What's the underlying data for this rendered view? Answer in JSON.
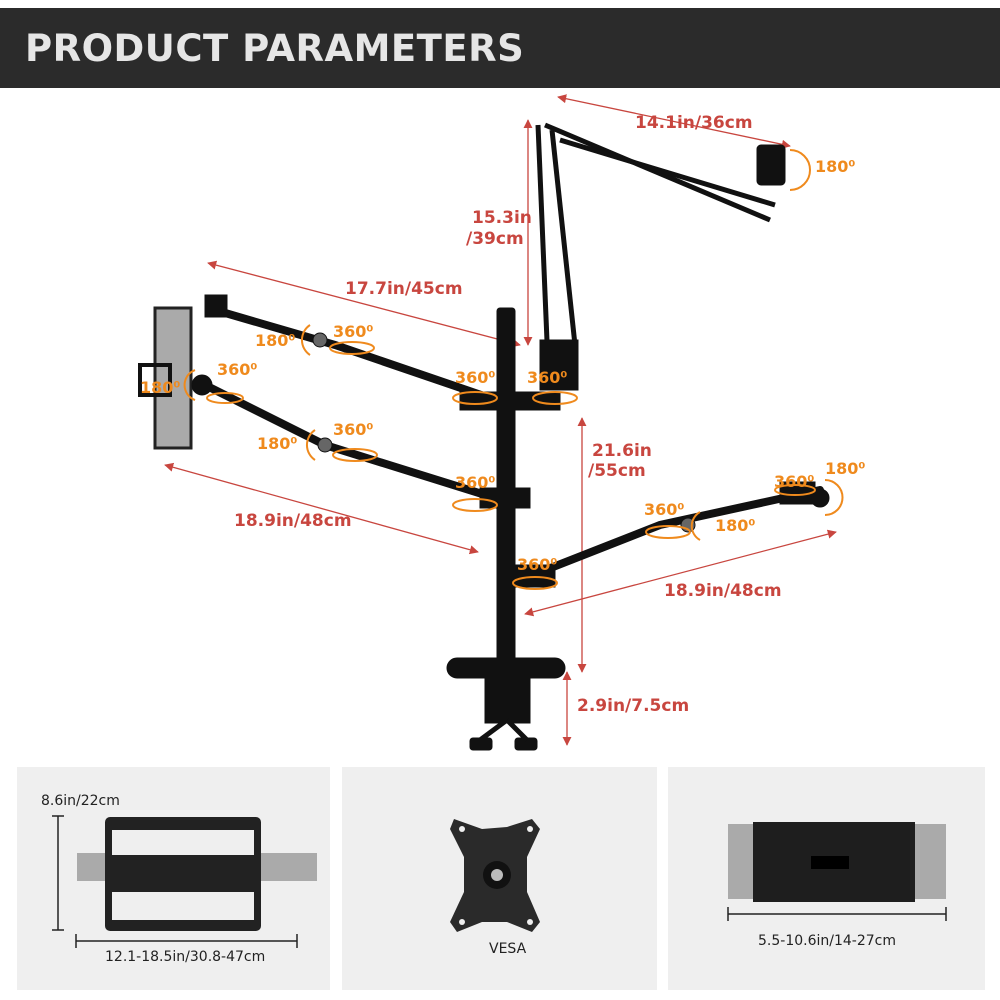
{
  "header": {
    "title": "PRODUCT PARAMETERS"
  },
  "dimensions": {
    "top_boom_length": "14.1in/36cm",
    "top_boom_height_line1": "15.3in",
    "top_boom_height_line2": "/39cm",
    "upper_arm_length": "17.7in/45cm",
    "pole_height_line1": "21.6in",
    "pole_height_line2": "/55cm",
    "lower_left_arm_length": "18.9in/48cm",
    "right_arm_length": "18.9in/48cm",
    "clamp_height": "2.9in/7.5cm"
  },
  "rotations": [
    "180⁰",
    "180⁰",
    "360⁰",
    "360⁰",
    "360⁰",
    "180⁰",
    "360⁰",
    "180⁰",
    "360⁰",
    "360⁰",
    "360⁰",
    "360⁰",
    "180⁰",
    "360⁰",
    "180⁰"
  ],
  "panels": {
    "laptop_tray": {
      "height": "8.6in/22cm",
      "width": "12.1-18.5in/30.8-47cm"
    },
    "vesa": {
      "label": "VESA"
    },
    "tablet_holder": {
      "width": "5.5-10.6in/14-27cm"
    }
  },
  "colors": {
    "header_bg": "#2b2b2b",
    "dimension": "#c8463f",
    "rotation": "#ef8a1d",
    "panel_bg": "#efefef"
  }
}
